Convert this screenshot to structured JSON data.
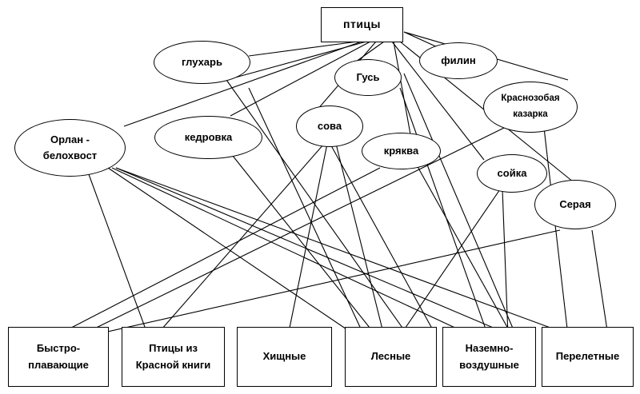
{
  "root": {
    "label": "птицы"
  },
  "birds": {
    "glukhar": "глухарь",
    "gus": "Гусь",
    "filin": "филин",
    "kazarka": "Краснозобая\nказарка",
    "orlan": "Орлан -\nбелохвост",
    "kedrovka": "кедровка",
    "sova": "сова",
    "kryakva": "кряква",
    "soyka": "сойка",
    "seraya": "Серая"
  },
  "categories": {
    "bystro": "Быстро-\nплавающие",
    "krasnaya": "Птицы из\nКрасной книги",
    "khishchnye": "Хищные",
    "lesnye": "Лесные",
    "nazemno": "Наземно-\nвоздушные",
    "perelet": "Перелетные"
  },
  "colors": {
    "stroke": "#000000",
    "background": "#ffffff"
  }
}
